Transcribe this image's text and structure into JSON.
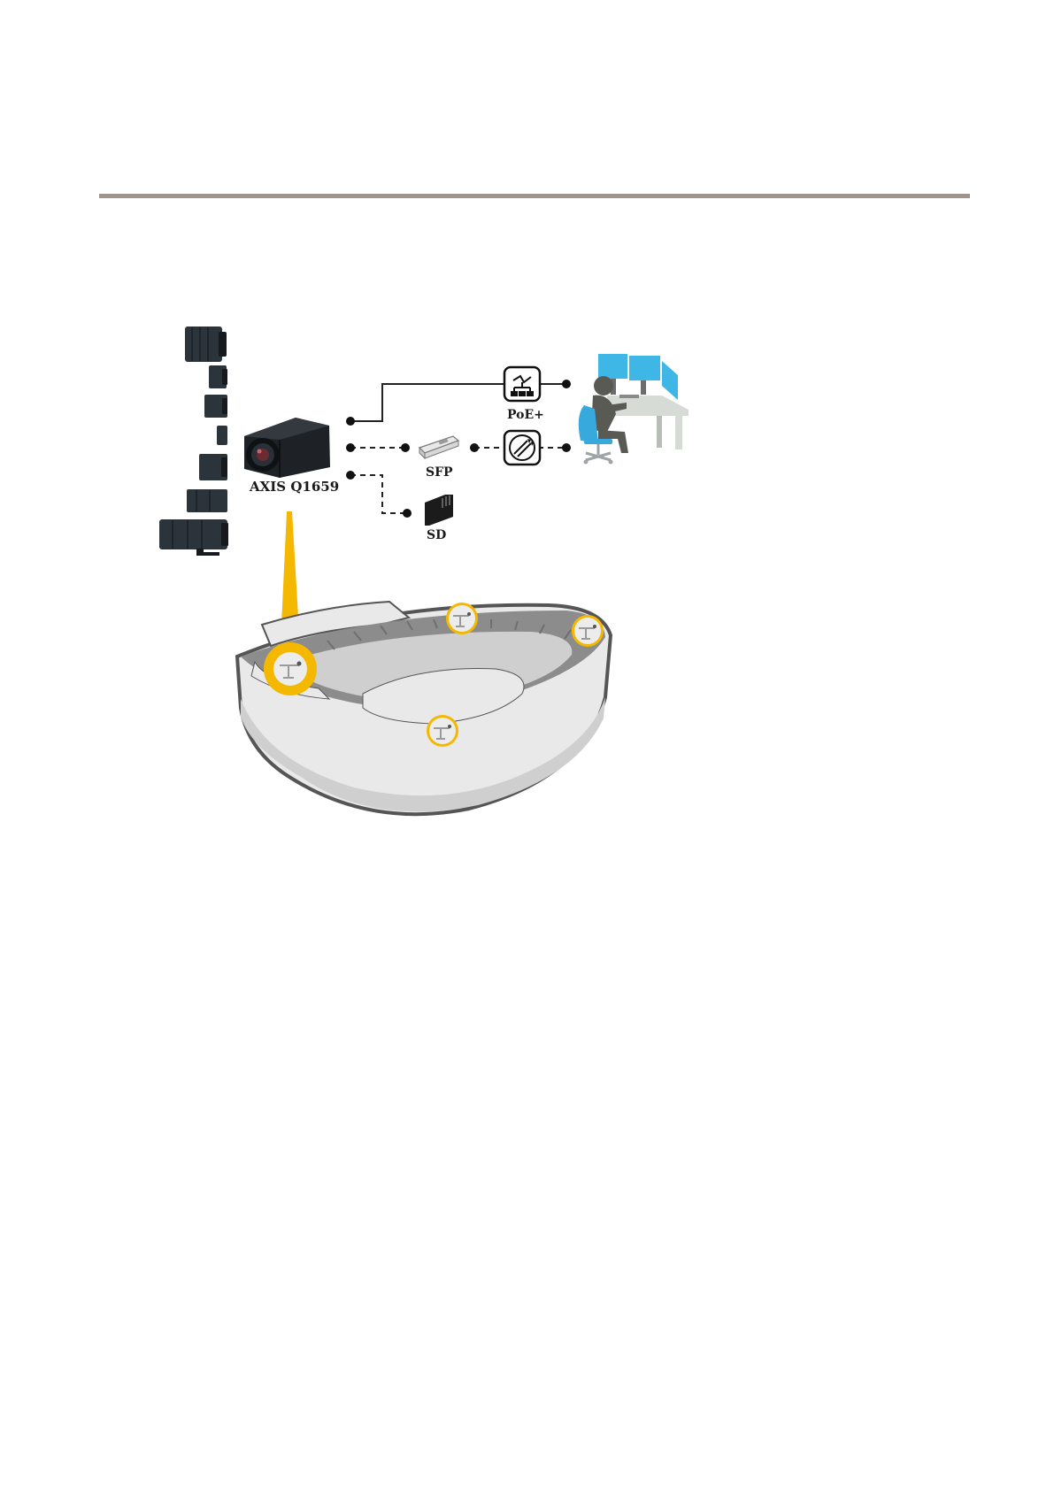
{
  "colors": {
    "rule": "#a09488",
    "accent": "#f5b800",
    "camera_body": "#1e2226",
    "lens": "#2b333b",
    "monitor": "#3fb7e6",
    "chair": "#37a9dc",
    "desk": "#d7dbd6",
    "person": "#5a5a54",
    "stadium_light": "#e9e9e9",
    "stadium_mid": "#cfcfcf",
    "stadium_dark": "#8c8c8c",
    "outline": "#555555"
  },
  "diagram": {
    "camera_label": "AXIS Q1659",
    "poe_label": "PoE+",
    "sfp_label": "SFP",
    "sd_label": "SD",
    "icons": {
      "camera": "camera-icon",
      "lenses": "lens-icon",
      "poe_switch": "network-switch-icon",
      "fiber": "fiber-converter-icon",
      "sfp": "sfp-module-icon",
      "sd": "sd-card-icon",
      "operator": "operator-workstation-icon",
      "stadium": "stadium-icon",
      "mounted_camera": "mounted-camera-icon"
    }
  }
}
